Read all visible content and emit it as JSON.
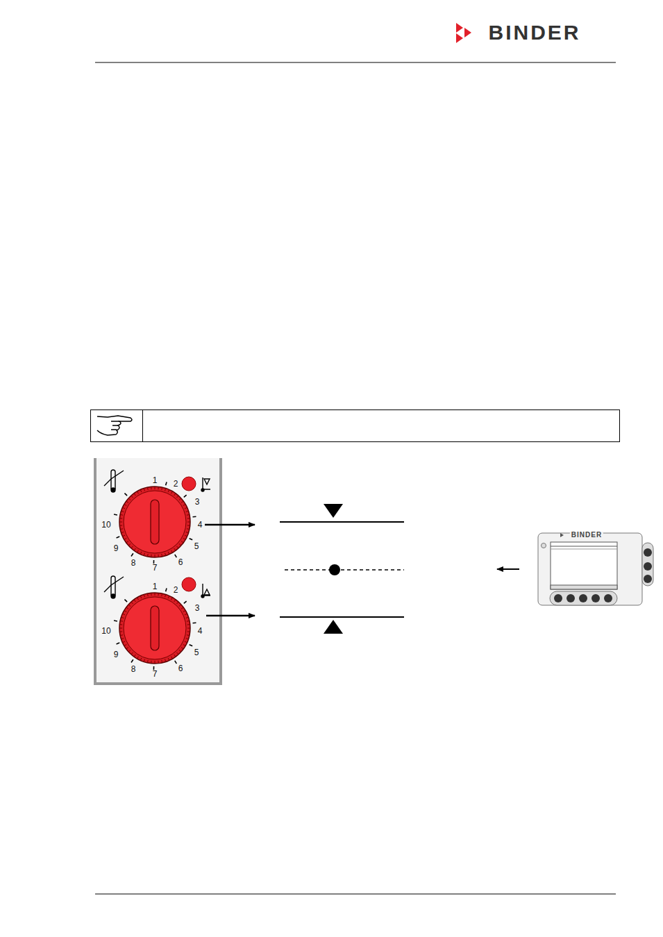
{
  "diagram": {
    "labels": [
      "BINDER",
      "1",
      "2",
      "3",
      "4",
      "5",
      "6",
      "7",
      "8",
      "9",
      "10",
      "1",
      "2",
      "3",
      "4",
      "5",
      "6",
      "7",
      "8",
      "9",
      "10",
      "BINDER"
    ]
  }
}
